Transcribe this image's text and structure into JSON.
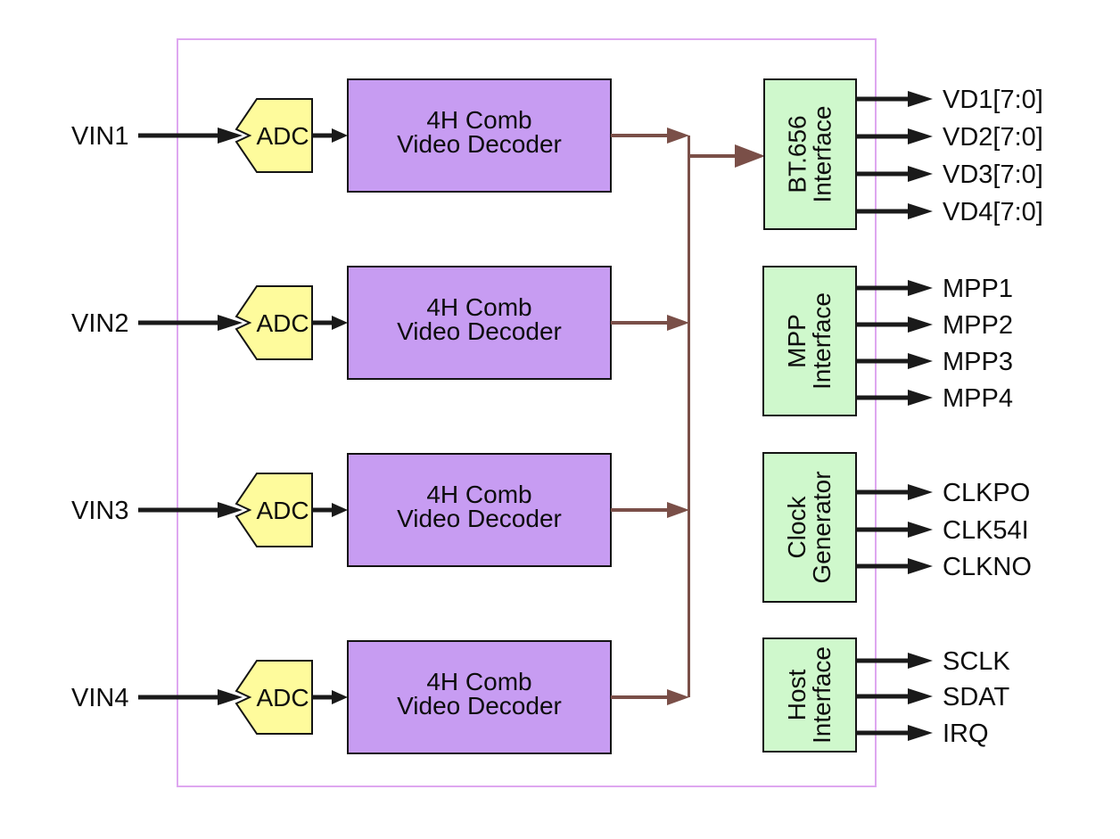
{
  "diagram": {
    "channels": [
      {
        "input_label": "VIN1",
        "adc_label": "ADC",
        "decoder_line1": "4H Comb",
        "decoder_line2": "Video Decoder"
      },
      {
        "input_label": "VIN2",
        "adc_label": "ADC",
        "decoder_line1": "4H Comb",
        "decoder_line2": "Video Decoder"
      },
      {
        "input_label": "VIN3",
        "adc_label": "ADC",
        "decoder_line1": "4H Comb",
        "decoder_line2": "Video Decoder"
      },
      {
        "input_label": "VIN4",
        "adc_label": "ADC",
        "decoder_line1": "4H Comb",
        "decoder_line2": "Video Decoder"
      }
    ],
    "interfaces": [
      {
        "line1": "BT.656",
        "line2": "Interface",
        "outputs": [
          "VD1[7:0]",
          "VD2[7:0]",
          "VD3[7:0]",
          "VD4[7:0]"
        ]
      },
      {
        "line1": "MPP",
        "line2": "Interface",
        "outputs": [
          "MPP1",
          "MPP2",
          "MPP3",
          "MPP4"
        ]
      },
      {
        "line1": "Clock",
        "line2": "Generator",
        "outputs": [
          "CLKPO",
          "CLK54I",
          "CLKNO"
        ]
      },
      {
        "line1": "Host",
        "line2": "Interface",
        "outputs": [
          "SCLK",
          "SDAT",
          "IRQ"
        ]
      }
    ],
    "colors": {
      "adc_fill": "#FEFB9C",
      "decoder_fill": "#C79CF2",
      "interface_fill": "#CFF8CC",
      "chip_border": "#DEA7F0",
      "internal_arrow": "#7A4F48",
      "io_arrow": "#1A1A1A",
      "box_border": "#141414",
      "text": "#0D0D0D"
    }
  }
}
